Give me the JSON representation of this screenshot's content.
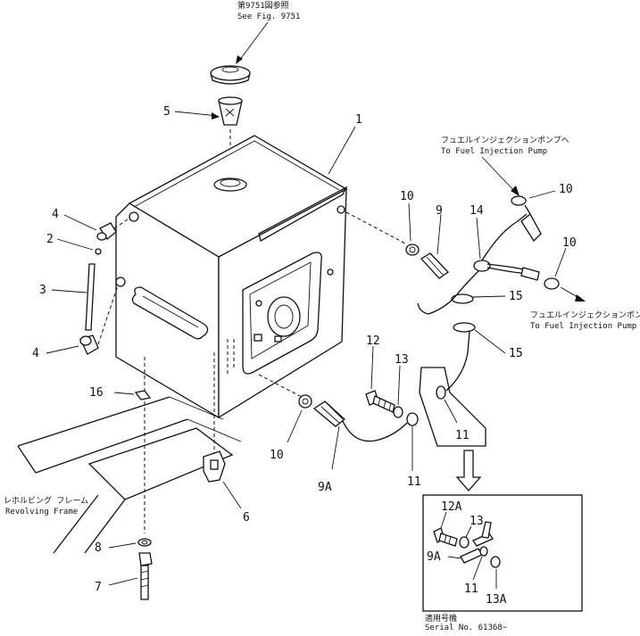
{
  "notes": {
    "see_fig_jp": "第9751図参照",
    "see_fig": "See Fig. 9751",
    "to_pump_jp_top": "フュエルインジェクションポンプへ",
    "to_pump_top": "To Fuel Injection Pump",
    "to_pump_jp_right": "フュエルインジェクションポンプへ",
    "to_pump_right": "To Fuel Injection Pump",
    "frame_jp": "レホルビング フレーム",
    "frame": "Revolving Frame",
    "serial_jp": "適用号機",
    "serial": "Serial No. 61368~"
  },
  "callouts": {
    "c1": "1",
    "c2": "2",
    "c3": "3",
    "c4a": "4",
    "c4b": "4",
    "c5": "5",
    "c6": "6",
    "c7": "7",
    "c8": "8",
    "c9": "9",
    "c9A": "9A",
    "c10a": "10",
    "c10b": "10",
    "c10c": "10",
    "c10d": "10",
    "c11a": "11",
    "c11b": "11",
    "c12": "12",
    "c13": "13",
    "c14": "14",
    "c15a": "15",
    "c15b": "15",
    "c16": "16"
  },
  "inset_callouts": {
    "c12A": "12A",
    "c13": "13",
    "c9A": "9A",
    "c11": "11",
    "c13A": "13A"
  }
}
